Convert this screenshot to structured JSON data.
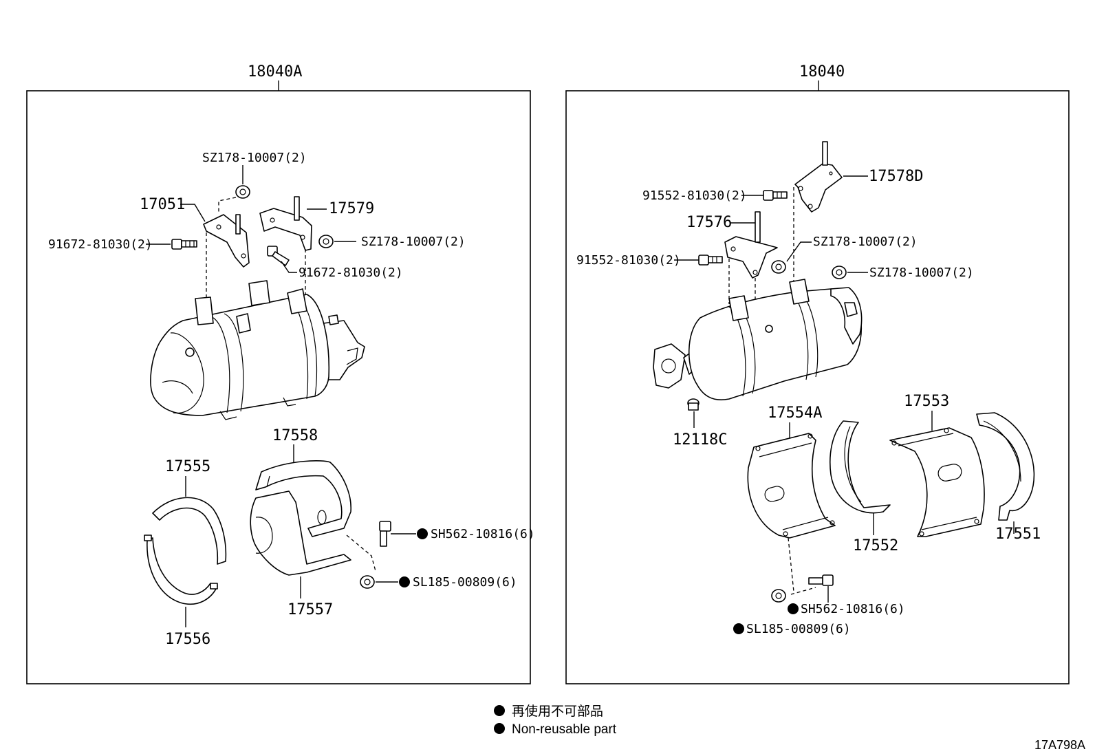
{
  "assemblies": {
    "left": {
      "title": "18040A"
    },
    "right": {
      "title": "18040"
    }
  },
  "left_labels": {
    "nut_top": "SZ178-10007(2)",
    "bracket_a": "17051",
    "bracket_b": "17579",
    "bolt_left": "91672-81030(2)",
    "nut_right": "SZ178-10007(2)",
    "bolt_center": "91672-81030(2)",
    "insulator_top": "17558",
    "band_top": "17555",
    "bolt_nr": "SH562-10816(6)",
    "nut_nr": "SL185-00809(6)",
    "insulator_bottom": "17557",
    "band_bottom": "17556"
  },
  "right_labels": {
    "bracket_d": "17578D",
    "bolt_top": "91552-81030(2)",
    "bracket_c": "17576",
    "nut_a": "SZ178-10007(2)",
    "bolt_mid": "91552-81030(2)",
    "nut_b": "SZ178-10007(2)",
    "sensor": "12118C",
    "insulator_a": "17554A",
    "insulator_b": "17553",
    "insulator_c": "17552",
    "insulator_d": "17551",
    "bolt_nr": "SH562-10816(6)",
    "nut_nr": "SL185-00809(6)"
  },
  "legend": {
    "japanese": "再使用不可部品",
    "english": "Non-reusable part"
  },
  "figure_code": "17A798A"
}
